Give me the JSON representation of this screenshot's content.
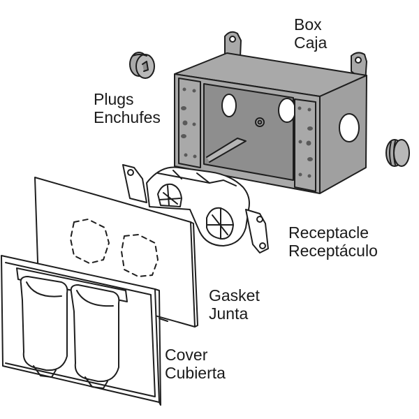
{
  "diagram": {
    "type": "exploded-view",
    "colors": {
      "metal": "#a9a9a9",
      "metal_dark": "#8e8e8e",
      "outline": "#1e1e1e",
      "background": "#ffffff"
    },
    "parts": [
      {
        "id": "box",
        "name_en": "Box",
        "name_es": "Caja"
      },
      {
        "id": "plugs",
        "name_en": "Plugs",
        "name_es": "Enchufes"
      },
      {
        "id": "receptacle",
        "name_en": "Receptacle",
        "name_es": "Receptáculo"
      },
      {
        "id": "gasket",
        "name_en": "Gasket",
        "name_es": "Junta"
      },
      {
        "id": "cover",
        "name_en": "Cover",
        "name_es": "Cubierta"
      }
    ]
  }
}
